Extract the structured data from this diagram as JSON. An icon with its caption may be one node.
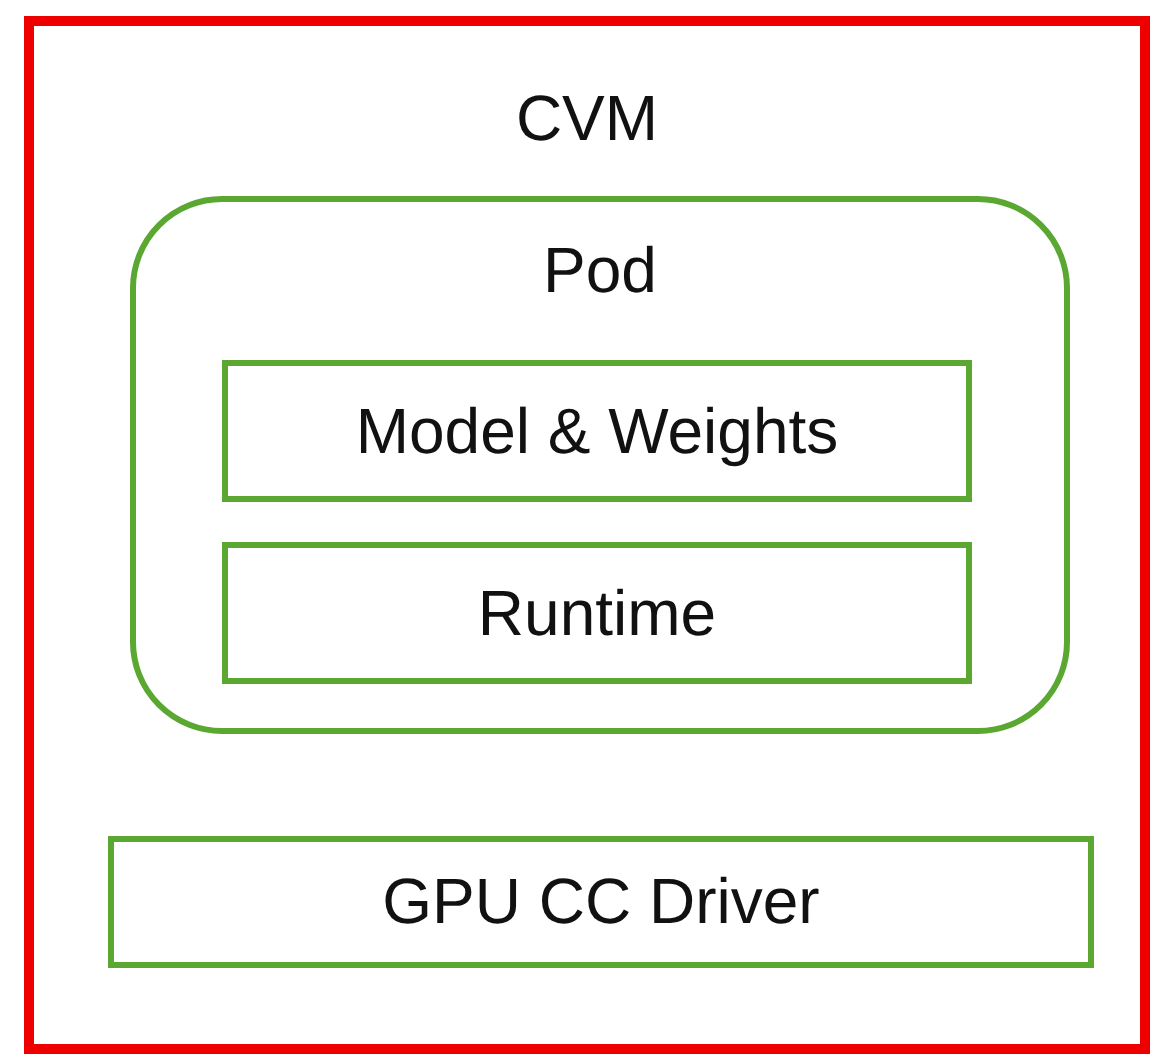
{
  "diagram": {
    "nodes": [
      {
        "text": [
          "CVM"
        ]
      },
      {
        "text": [
          "Pod"
        ],
        "in": 0
      },
      {
        "text": [
          "Model & Weights"
        ],
        "in": 1
      },
      {
        "text": [
          "Runtime"
        ],
        "in": 1
      },
      {
        "text": [
          "GPU CC Driver"
        ],
        "in": 0
      }
    ]
  }
}
